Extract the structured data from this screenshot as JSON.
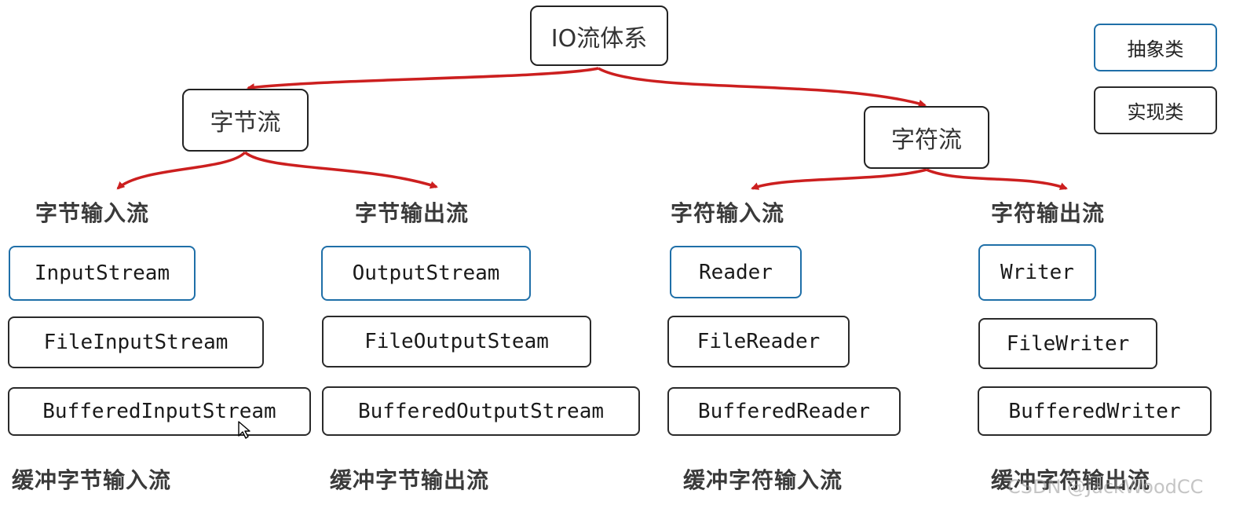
{
  "root": {
    "label": "IO流体系"
  },
  "branches": {
    "byte": {
      "label": "字节流"
    },
    "char": {
      "label": "字符流"
    }
  },
  "legend": {
    "abstract": "抽象类",
    "impl": "实现类"
  },
  "columns": [
    {
      "heading": "字节输入流",
      "abstract": "InputStream",
      "impl1": "FileInputStream",
      "impl2": "BufferedInputStream",
      "caption": "缓冲字节输入流"
    },
    {
      "heading": "字节输出流",
      "abstract": "OutputStream",
      "impl1": "FileOutputSteam",
      "impl2": "BufferedOutputStream",
      "caption": "缓冲字节输出流"
    },
    {
      "heading": "字符输入流",
      "abstract": "Reader",
      "impl1": "FileReader",
      "impl2": "BufferedReader",
      "caption": "缓冲字符输入流"
    },
    {
      "heading": "字符输出流",
      "abstract": "Writer",
      "impl1": "FileWriter",
      "impl2": "BufferedWriter",
      "caption": "缓冲字符输出流"
    }
  ],
  "watermark": "CSDN @JackWoodCC",
  "colors": {
    "arrow": "#cc1f1f",
    "abstract_border": "#1f6fa8",
    "default_border": "#222222"
  }
}
